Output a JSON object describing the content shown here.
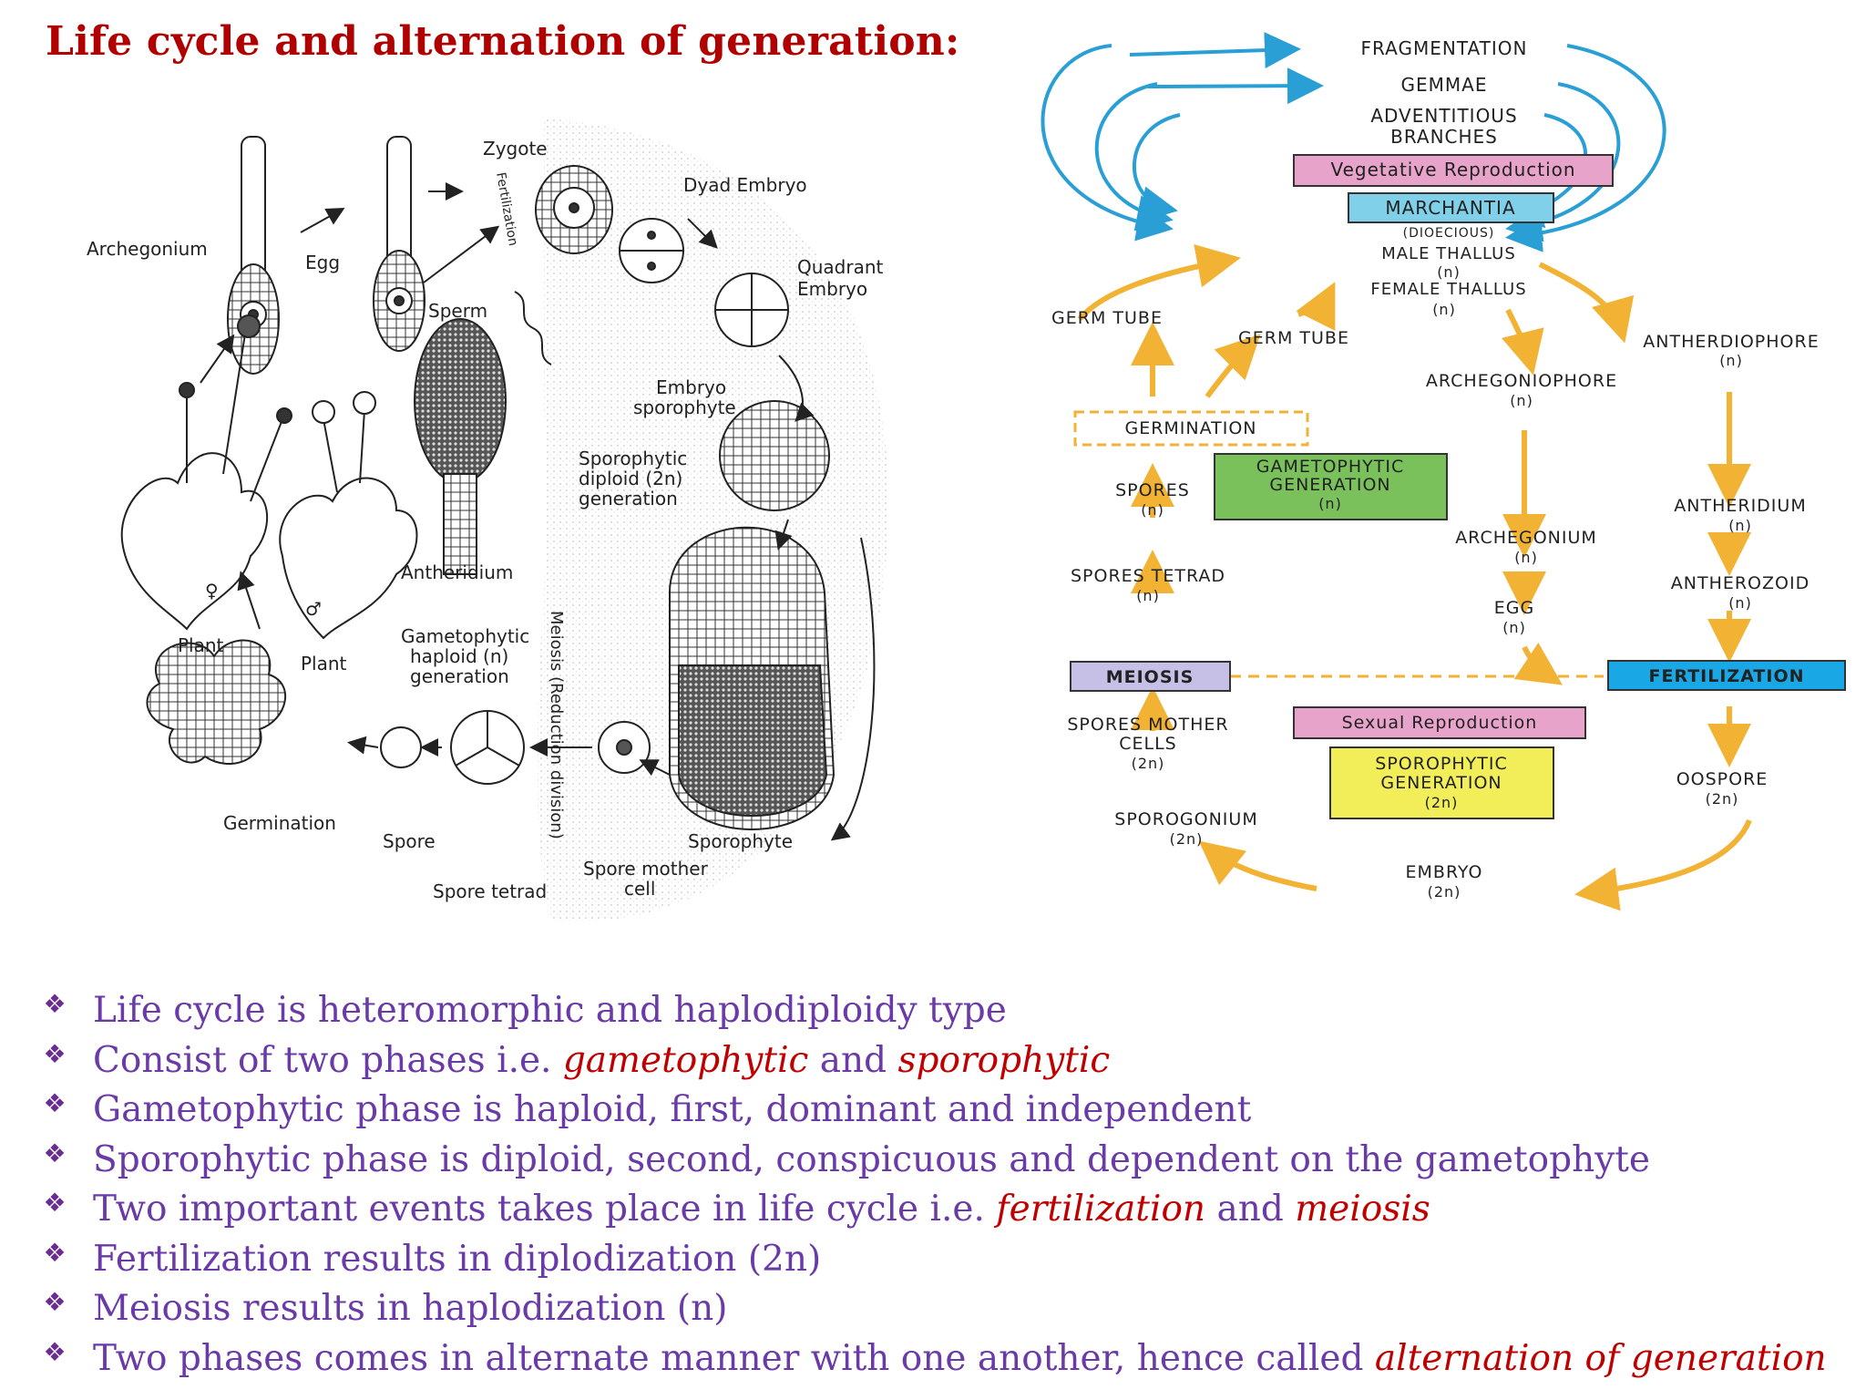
{
  "title": "Life cycle and alternation of generation:",
  "illustration": {
    "labels": {
      "archegonium": "Archegonium",
      "egg": "Egg",
      "zygote": "Zygote",
      "fertilization": "Fertilization",
      "dyad_embryo": "Dyad Embryo",
      "quadrant_embryo_1": "Quadrant",
      "quadrant_embryo_2": "Embryo",
      "sperm": "Sperm",
      "embryo_sporophyte_1": "Embryo",
      "embryo_sporophyte_2": "sporophyte",
      "sporophytic_gen_1": "Sporophytic",
      "sporophytic_gen_2": "diploid (2n)",
      "sporophytic_gen_3": "generation",
      "antheridium": "Antheridium",
      "female_symbol": "♀",
      "male_symbol": "♂",
      "plant_left": "Plant",
      "plant_right": "Plant",
      "gametophytic_gen_1": "Gametophytic",
      "gametophytic_gen_2": "haploid (n)",
      "gametophytic_gen_3": "generation",
      "meiosis": "Meiosis (Reduction division)",
      "germination": "Germination",
      "spore": "Spore",
      "spore_tetrad": "Spore tetrad",
      "spore_mother_cell_1": "Spore mother",
      "spore_mother_cell_2": "cell",
      "sporophyte": "Sporophyte"
    }
  },
  "flowchart": {
    "fragmentation": "FRAGMENTATION",
    "gemmae": "GEMMAE",
    "adventitious_1": "ADVENTITIOUS",
    "adventitious_2": "BRANCHES",
    "vegetative_reproduction": "Vegetative Reproduction",
    "marchantia": "MARCHANTIA",
    "dioecious": "(DIOECIOUS)",
    "male_thallus": "MALE THALLUS",
    "male_thallus_n": "(n)",
    "female_thallus": "FEMALE THALLUS",
    "female_thallus_n": "(n)",
    "germ_tube_left": "GERM TUBE",
    "germ_tube_mid": "GERM TUBE",
    "antherdiophore": "ANTHERDIOPHORE",
    "antherdiophore_n": "(n)",
    "archegoniophore": "ARCHEGONIOPHORE",
    "archegoniophore_n": "(n)",
    "germination": "GERMINATION",
    "gametophytic_1": "GAMETOPHYTIC",
    "gametophytic_2": "GENERATION",
    "gametophytic_n": "(n)",
    "spores": "SPORES",
    "spores_n": "(n)",
    "antheridium": "ANTHERIDIUM",
    "antheridium_n": "(n)",
    "archegonium": "ARCHEGONIUM",
    "archegonium_n": "(n)",
    "spores_tetrad": "SPORES TETRAD",
    "spores_tetrad_n": "(n)",
    "antherozoid": "ANTHEROZOID",
    "antherozoid_n": "(n)",
    "egg": "EGG",
    "egg_n": "(n)",
    "meiosis": "MEIOSIS",
    "fertilization": "FERTILIZATION",
    "sexual_reproduction": "Sexual Reproduction",
    "spores_mother_1": "SPORES MOTHER",
    "spores_mother_2": "CELLS",
    "spores_mother_n": "(2n)",
    "sporophytic_1": "SPOROPHYTIC",
    "sporophytic_2": "GENERATION",
    "sporophytic_n": "(2n)",
    "oospore": "OOSPORE",
    "oospore_n": "(2n)",
    "sporogonium": "SPOROGONIUM",
    "sporogonium_n": "(2n)",
    "embryo": "EMBRYO",
    "embryo_n": "(2n)",
    "colors": {
      "arrow_blue": "#2a9fd6",
      "arrow_orange": "#f2b233",
      "box_pink": "#e7a3c9",
      "box_cyan": "#7fd0e8",
      "box_green": "#7ac15b",
      "box_lavender": "#c6bfe6",
      "box_blue": "#1aa7e6",
      "box_yellow": "#f2ee5a"
    }
  },
  "bullets": {
    "icon": "diamond-bullet-icon",
    "b1": "Life cycle is heteromorphic and haplodiploidy type",
    "b2_pre": "Consist of two phases i.e. ",
    "b2_em1": "gametophytic",
    "b2_mid": " and ",
    "b2_em2": "sporophytic",
    "b3": "Gametophytic phase is haploid, first, dominant and independent",
    "b4": "Sporophytic phase is diploid, second, conspicuous and dependent on the gametophyte",
    "b5_pre": "Two important events takes place in life cycle i.e. ",
    "b5_em1": "fertilization",
    "b5_mid": " and ",
    "b5_em2": "meiosis",
    "b6": "Fertilization results in diplodization (2n)",
    "b7": "Meiosis results in haplodization (n)",
    "b8_pre": "Two phases comes in alternate manner with one another, hence called ",
    "b8_em": "alternation of generation"
  }
}
